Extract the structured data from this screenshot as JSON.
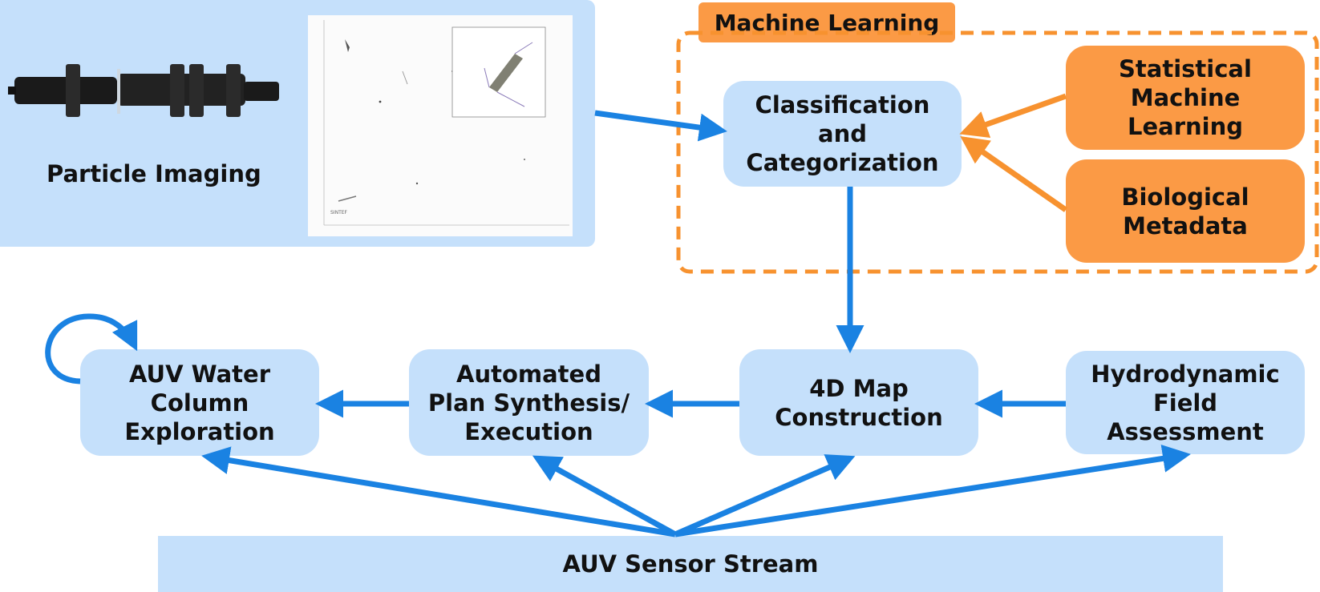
{
  "machine_learning": {
    "title": "Machine Learning"
  },
  "particle_imaging": {
    "label": "Particle Imaging",
    "logo_text": "SINTEF"
  },
  "nodes": {
    "classification": "Classification and Categorization",
    "statistical_ml": "Statistical Machine Learning",
    "biological_metadata": "Biological Metadata",
    "auv_exploration": "AUV Water Column Exploration",
    "plan_synthesis": "Automated Plan Synthesis/ Execution",
    "map_4d": "4D Map Construction",
    "hydrodynamic": "Hydrodynamic Field Assessment"
  },
  "sensor_stream": "AUV Sensor Stream",
  "colors": {
    "blue_fill": "#c5e0fb",
    "orange_fill": "#fb9a45",
    "arrow_blue": "#1a82e2",
    "arrow_orange": "#f7922f"
  }
}
